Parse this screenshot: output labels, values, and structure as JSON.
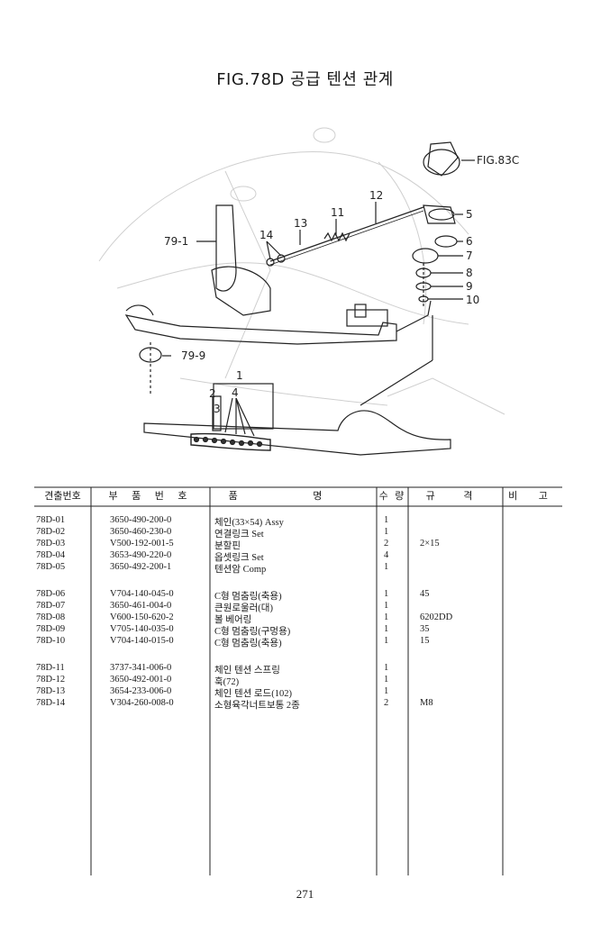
{
  "figure": {
    "title": "FIG.78D 공급 텐션 관계",
    "callouts": {
      "ref_79_1": "79-1",
      "ref_79_9": "79-9",
      "ref_fig83c": "FIG.83C",
      "n1": "1",
      "n2": "2",
      "n3": "3",
      "n4": "4",
      "n5": "5",
      "n6": "6",
      "n7": "7",
      "n8": "8",
      "n9": "9",
      "n10": "10",
      "n11": "11",
      "n12": "12",
      "n13": "13",
      "n14": "14"
    }
  },
  "table": {
    "headers": {
      "index": "견출번호",
      "part_no": "부 품 번 호",
      "name": "품 명",
      "qty": "수 량",
      "spec": "규 격",
      "remarks": "비 고"
    },
    "rows": [
      {
        "index": "78D-01",
        "part_no": "3650-490-200-0",
        "name": "체인(33×54) Assy",
        "qty": "1",
        "spec": ""
      },
      {
        "index": "78D-02",
        "part_no": "3650-460-230-0",
        "name": "연결링크 Set",
        "qty": "1",
        "spec": ""
      },
      {
        "index": "78D-03",
        "part_no": "V500-192-001-5",
        "name": "분할핀",
        "qty": "2",
        "spec": "2×15"
      },
      {
        "index": "78D-04",
        "part_no": "3653-490-220-0",
        "name": "옵셋링크 Set",
        "qty": "4",
        "spec": ""
      },
      {
        "index": "78D-05",
        "part_no": "3650-492-200-1",
        "name": "텐션암 Comp",
        "qty": "1",
        "spec": ""
      },
      {
        "index": "78D-06",
        "part_no": "V704-140-045-0",
        "name": "C형 멈춤링(축용)",
        "qty": "1",
        "spec": "45"
      },
      {
        "index": "78D-07",
        "part_no": "3650-461-004-0",
        "name": "큰원로울러(대)",
        "qty": "1",
        "spec": ""
      },
      {
        "index": "78D-08",
        "part_no": "V600-150-620-2",
        "name": "볼 베어링",
        "qty": "1",
        "spec": "6202DD"
      },
      {
        "index": "78D-09",
        "part_no": "V705-140-035-0",
        "name": "C형 멈춤링(구멍용)",
        "qty": "1",
        "spec": "35"
      },
      {
        "index": "78D-10",
        "part_no": "V704-140-015-0",
        "name": "C형 멈춤링(축용)",
        "qty": "1",
        "spec": "15"
      },
      {
        "index": "78D-11",
        "part_no": "3737-341-006-0",
        "name": "체인 텐션 스프링",
        "qty": "1",
        "spec": ""
      },
      {
        "index": "78D-12",
        "part_no": "3650-492-001-0",
        "name": "훅(72)",
        "qty": "1",
        "spec": ""
      },
      {
        "index": "78D-13",
        "part_no": "3654-233-006-0",
        "name": "체인 텐션 로드(102)",
        "qty": "1",
        "spec": ""
      },
      {
        "index": "78D-14",
        "part_no": "V304-260-008-0",
        "name": "소형육각너트보통 2종",
        "qty": "2",
        "spec": "M8"
      }
    ]
  },
  "page_number": "271"
}
